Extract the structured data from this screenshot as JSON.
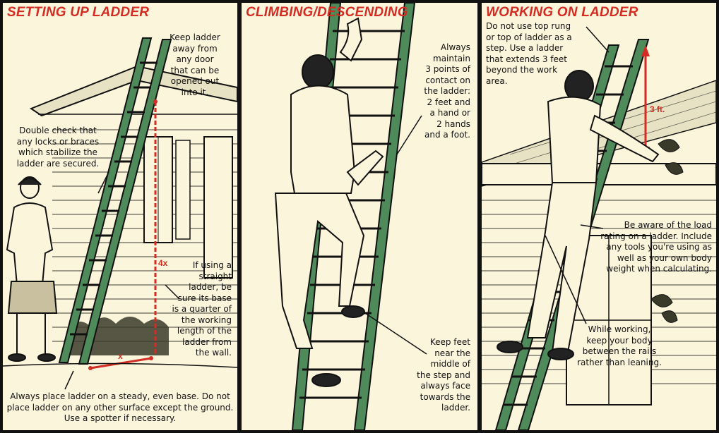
{
  "panels": [
    {
      "title": "SETTING UP LADDER",
      "notes": {
        "door": [
          "Keep ladder",
          "away from",
          "any door",
          "that can be",
          "opened out",
          "into it."
        ],
        "locks": [
          "Double check that",
          "any locks or braces",
          "which stabilize the",
          "ladder are secured."
        ],
        "straight": [
          "If using a",
          "straight",
          "ladder, be",
          "sure its base",
          "is a quarter of",
          "the working",
          "length of the",
          "ladder from",
          "the wall."
        ],
        "base": [
          "Always place ladder on a steady, even base. Do not",
          "place ladder on any other surface except the ground.",
          "Use a spotter if necessary."
        ]
      },
      "labels": {
        "height": "4x",
        "width": "x"
      }
    },
    {
      "title": "CLIMBING/DESCENDING",
      "notes": {
        "contact": [
          "Always",
          "maintain",
          "3 points of",
          "contact on",
          "the ladder:",
          "2 feet and",
          "a hand or",
          "2 hands",
          "and a foot."
        ],
        "feet": [
          "Keep feet",
          "near the",
          "middle of",
          "the step and",
          "always face",
          "towards the",
          "ladder."
        ]
      }
    },
    {
      "title": "WORKING ON LADDER",
      "notes": {
        "toprung": [
          "Do not use top rung",
          "or top of ladder as a",
          "step. Use a ladder",
          "that extends 3 feet",
          "beyond the work",
          "area."
        ],
        "load": [
          "Be aware of the load",
          "rating on a ladder. Include",
          "any tools you're using as",
          "well as your own body",
          "weight when calculating."
        ],
        "body": [
          "While working,",
          "keep your body",
          "between the rails",
          "rather than leaning."
        ]
      },
      "labels": {
        "height": "3 ft."
      }
    }
  ],
  "colors": {
    "accent": "#d42c22",
    "background": "#fbf5dc",
    "ink": "#111111",
    "ladder": "#4f8a5b"
  }
}
